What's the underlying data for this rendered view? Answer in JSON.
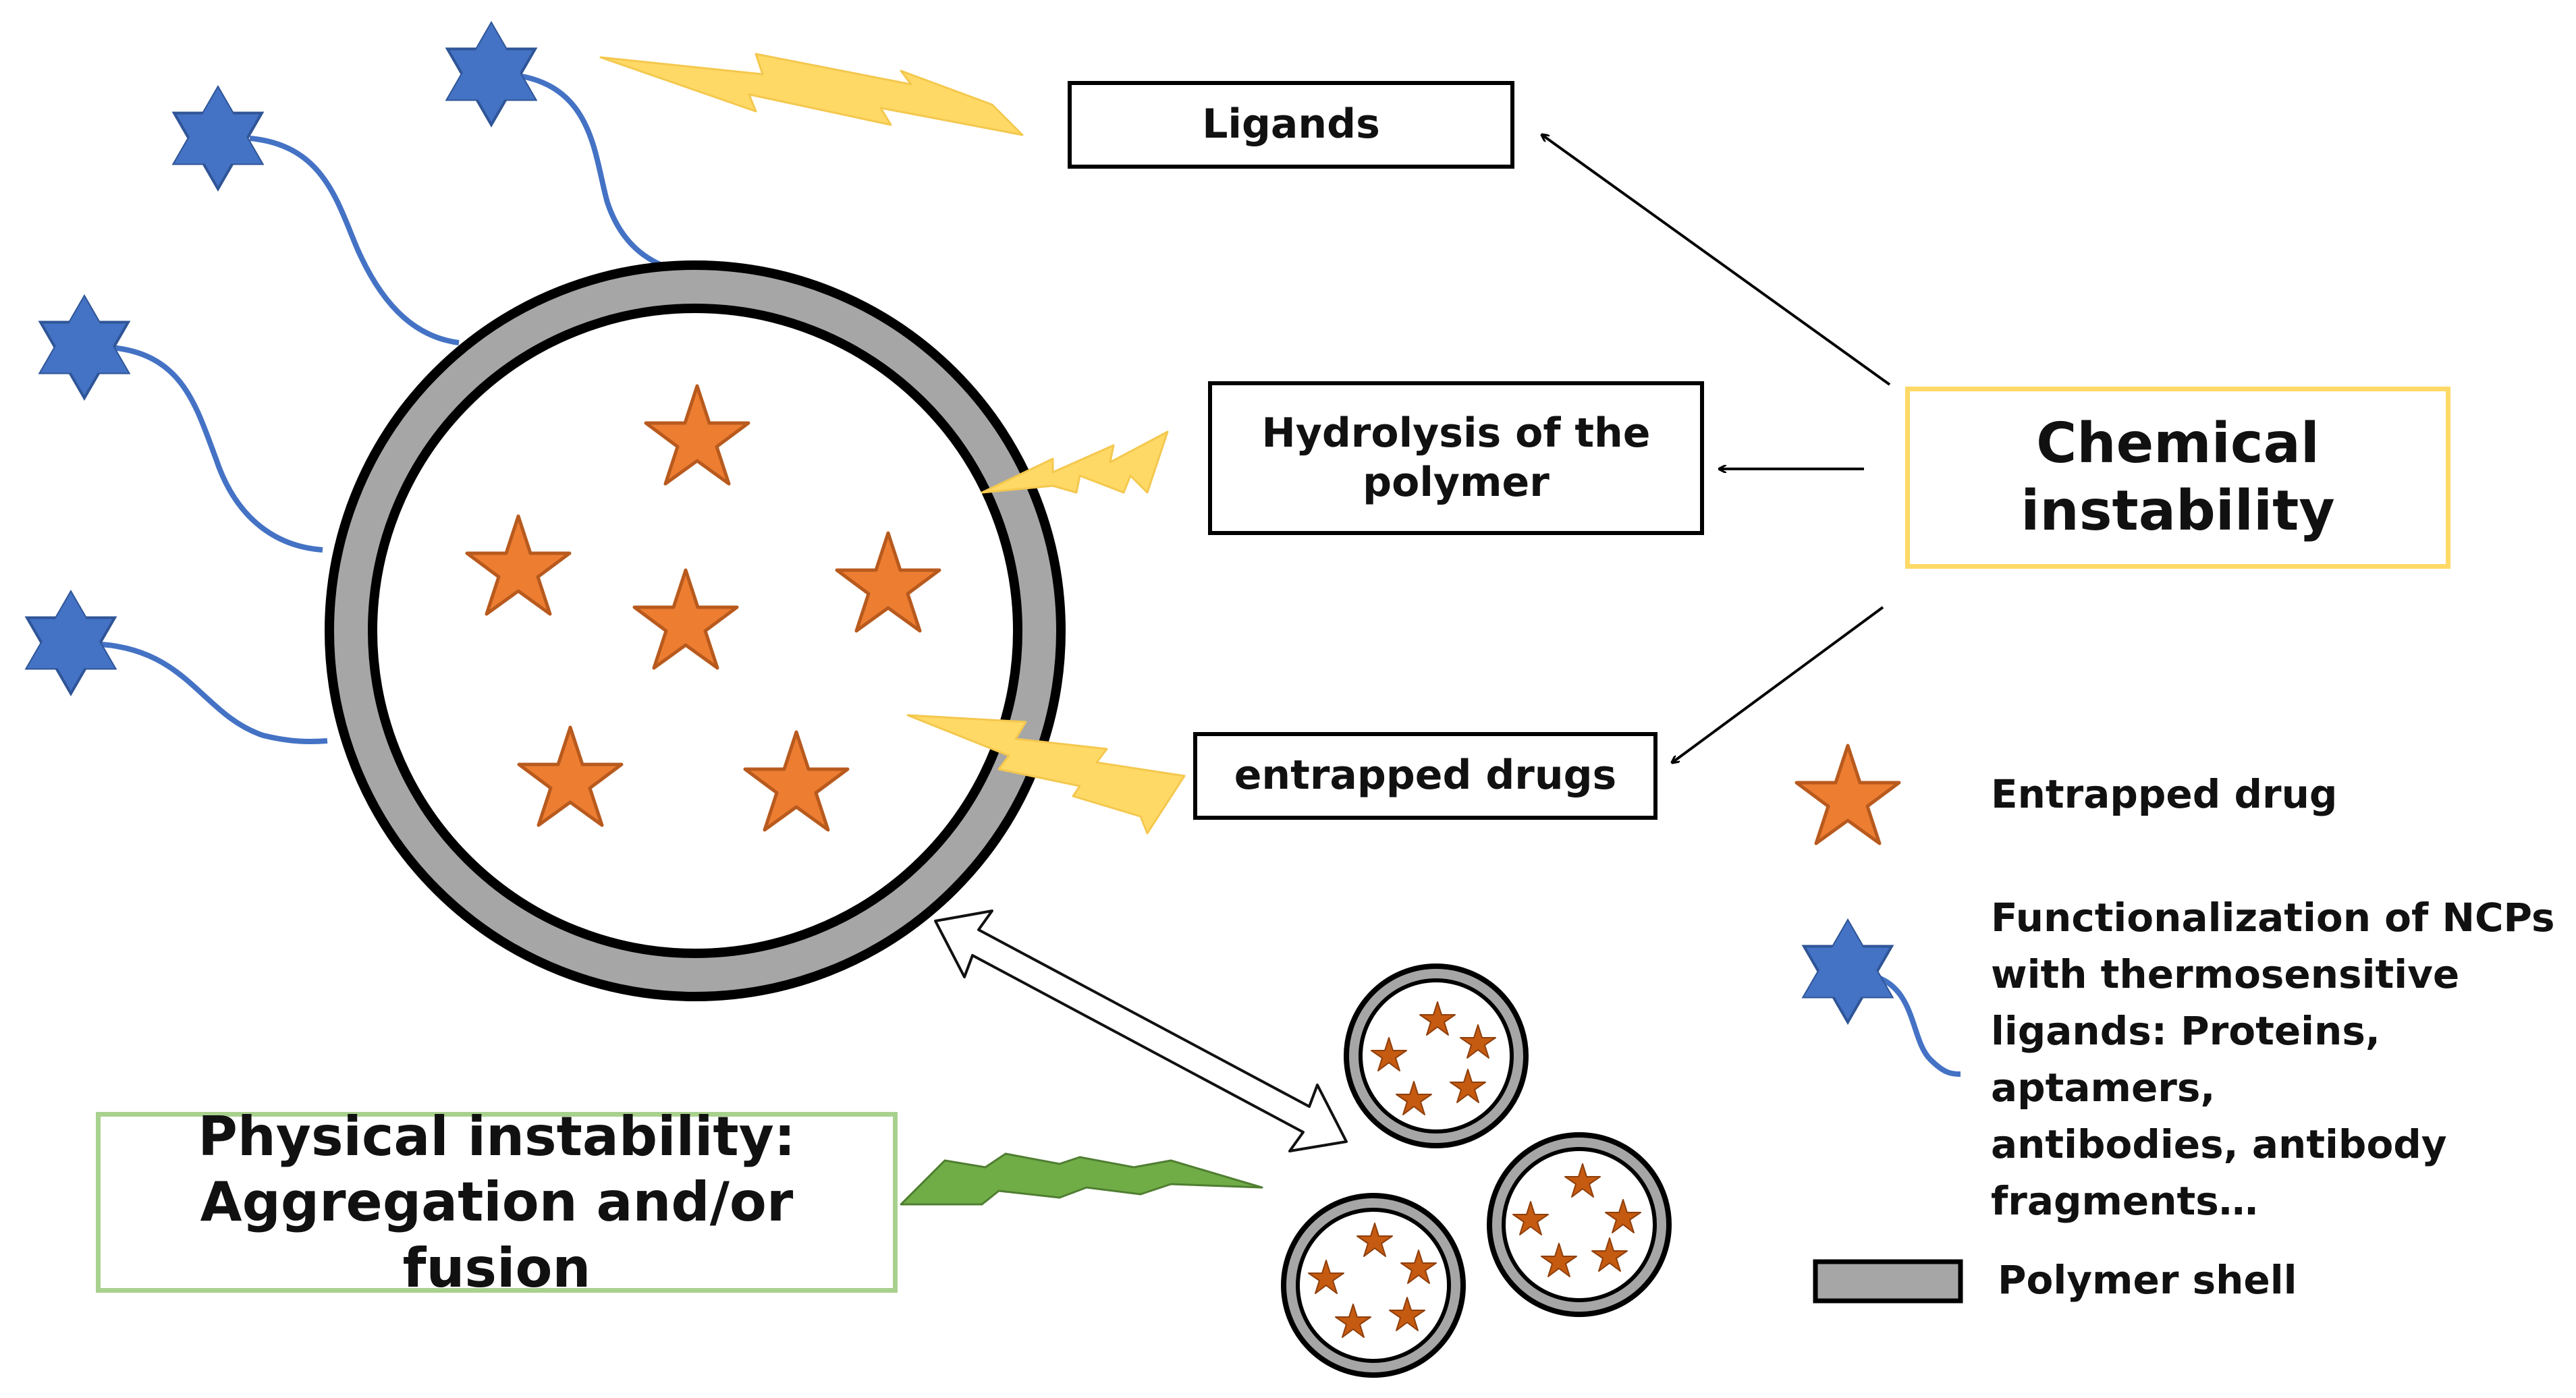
{
  "labels": {
    "ligands": "Ligands",
    "hydrolysis": "Hydrolysis of the polymer",
    "entrapped_drugs": "entrapped drugs",
    "chemical_line1": "Chemical",
    "chemical_line2": "instability",
    "physical_line1": "Physical instability:",
    "physical_line2": "Aggregation and/or fusion"
  },
  "legend": {
    "drug": "Entrapped drug",
    "ligand_lines": [
      "Functionalization of NCPs",
      "with thermosensitive",
      "ligands: Proteins, aptamers,",
      "antibodies, antibody",
      "fragments…"
    ],
    "shell": "Polymer shell"
  },
  "colors": {
    "shell": "#a6a6a6",
    "drug_star": "#ed7d31",
    "drug_star_small": "#c55a11",
    "ligand_star": "#4472c4",
    "tether": "#4472c4",
    "bolt_chemical": "#ffd966",
    "bolt_physical": "#70ad47",
    "box_chemical": "#ffd966",
    "box_physical": "#a9d18e"
  }
}
